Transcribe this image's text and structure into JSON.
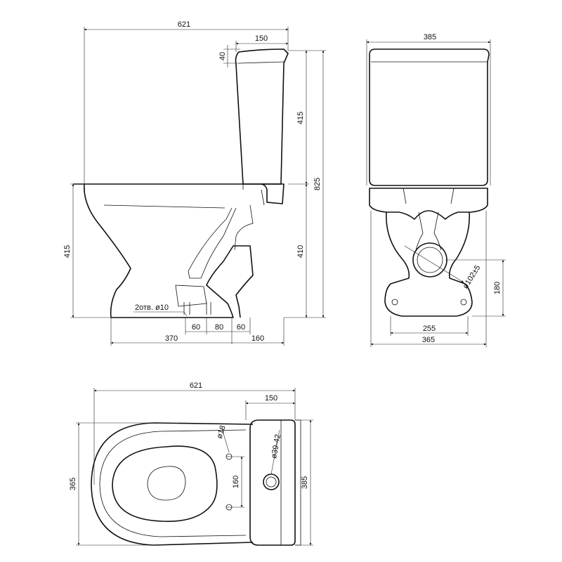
{
  "side_view": {
    "overall_width": "621",
    "tank_depth": "150",
    "lid_height": "40",
    "tank_height": "415",
    "total_height": "825",
    "seat_height": "410",
    "bowl_height": "415",
    "holes_note": "2отв. ø10",
    "hole_spacing_a": "60",
    "hole_spacing_b": "80",
    "hole_spacing_c": "60",
    "front_to_holes": "370",
    "holes_to_back": "160"
  },
  "front_view": {
    "tank_width": "385",
    "outlet_diameter": "ø102±5",
    "outlet_height": "180",
    "base_width": "255",
    "overall_width": "365"
  },
  "top_view": {
    "overall_length": "621",
    "tank_depth": "150",
    "seat_hole_diameter": "ø18",
    "inlet_diameter": "ø39-42",
    "seat_hole_spacing": "160",
    "bowl_width": "365",
    "tank_width": "385"
  }
}
